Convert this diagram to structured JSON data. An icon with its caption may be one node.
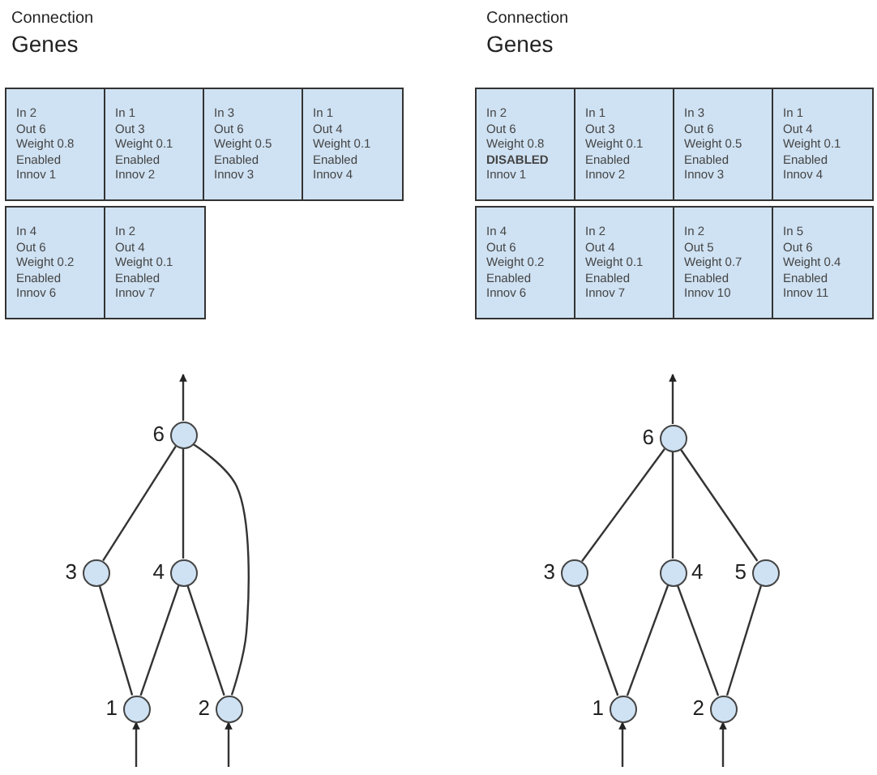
{
  "diagram": {
    "nodes": [
      {
        "text": [
          "In 2",
          "Out 6",
          "Weight 0.8",
          "Enabled",
          "Innov 1"
        ]
      },
      {
        "text": [
          "In 1",
          "Out 3",
          "Weight 0.1",
          "Enabled",
          "Innov 2"
        ]
      },
      {
        "text": [
          "In 3",
          "Out 6",
          "Weight 0.5",
          "Enabled",
          "Innov 3"
        ]
      },
      {
        "text": [
          "In 1",
          "Out 4",
          "Weight 0.1",
          "Enabled",
          "Innov 4"
        ]
      },
      {
        "text": [
          "In 4",
          "Out 6",
          "Weight 0.2",
          "Enabled",
          "Innov 6"
        ]
      },
      {
        "text": [
          "In 2",
          "Out 4",
          "Weight 0.1",
          "Enabled",
          "Innov 7"
        ]
      },
      {
        "text": [
          "In 2",
          "Out 6",
          "Weight 0.8",
          "**DISABLED**",
          "Innov 1"
        ]
      },
      {
        "text": [
          "In 1",
          "Out 3",
          "Weight 0.1",
          "Enabled",
          "Innov 2"
        ]
      },
      {
        "text": [
          "In 3",
          "Out 6",
          "Weight 0.5",
          "Enabled",
          "Innov 3"
        ]
      },
      {
        "text": [
          "In 1",
          "Out 4",
          "Weight 0.1",
          "Enabled",
          "Innov 4"
        ]
      },
      {
        "text": [
          "In 4",
          "Out 6",
          "Weight 0.2",
          "Enabled",
          "Innov 6"
        ]
      },
      {
        "text": [
          "In 2",
          "Out 4",
          "Weight 0.1",
          "Enabled",
          "Innov 7"
        ]
      },
      {
        "text": [
          "In 2",
          "Out 5",
          "Weight 0.7",
          "Enabled",
          "Innov 10"
        ]
      },
      {
        "text": [
          "In 5",
          "Out 6",
          "Weight 0.4",
          "Enabled",
          "Innov 11"
        ]
      },
      {
        "text": [
          "6"
        ]
      },
      {
        "text": [
          "3"
        ]
      },
      {
        "text": [
          "4"
        ]
      },
      {
        "text": [
          "1"
        ]
      },
      {
        "text": [
          "2"
        ]
      },
      {
        "text": [
          "6"
        ]
      },
      {
        "text": [
          "3"
        ]
      },
      {
        "text": [
          "4"
        ]
      },
      {
        "text": [
          "5"
        ]
      },
      {
        "text": [
          "1"
        ]
      },
      {
        "text": [
          "2"
        ]
      }
    ],
    "edges": [
      {
        "from": 17,
        "to": 15,
        "arrow": "none"
      },
      {
        "from": 17,
        "to": 16,
        "arrow": "none"
      },
      {
        "from": 18,
        "to": 16,
        "arrow": "none"
      },
      {
        "from": 15,
        "to": 14,
        "arrow": "none"
      },
      {
        "from": 16,
        "to": 14,
        "arrow": "none"
      },
      {
        "from": 18,
        "to": 14,
        "arrow": "none"
      },
      {
        "from": null,
        "to": 17,
        "arrow": "to"
      },
      {
        "from": null,
        "to": 18,
        "arrow": "to"
      },
      {
        "from": 14,
        "to": null,
        "arrow": "to"
      },
      {
        "from": 23,
        "to": 20,
        "arrow": "none"
      },
      {
        "from": 23,
        "to": 21,
        "arrow": "none"
      },
      {
        "from": 24,
        "to": 21,
        "arrow": "none"
      },
      {
        "from": 24,
        "to": 22,
        "arrow": "none"
      },
      {
        "from": 20,
        "to": 19,
        "arrow": "none"
      },
      {
        "from": 21,
        "to": 19,
        "arrow": "none"
      },
      {
        "from": 22,
        "to": 19,
        "arrow": "none"
      },
      {
        "from": null,
        "to": 23,
        "arrow": "to"
      },
      {
        "from": null,
        "to": 24,
        "arrow": "to"
      },
      {
        "from": 19,
        "to": null,
        "arrow": "to"
      }
    ],
    "labels": [
      "Connection",
      "Genes",
      "Connection",
      "Genes"
    ]
  }
}
